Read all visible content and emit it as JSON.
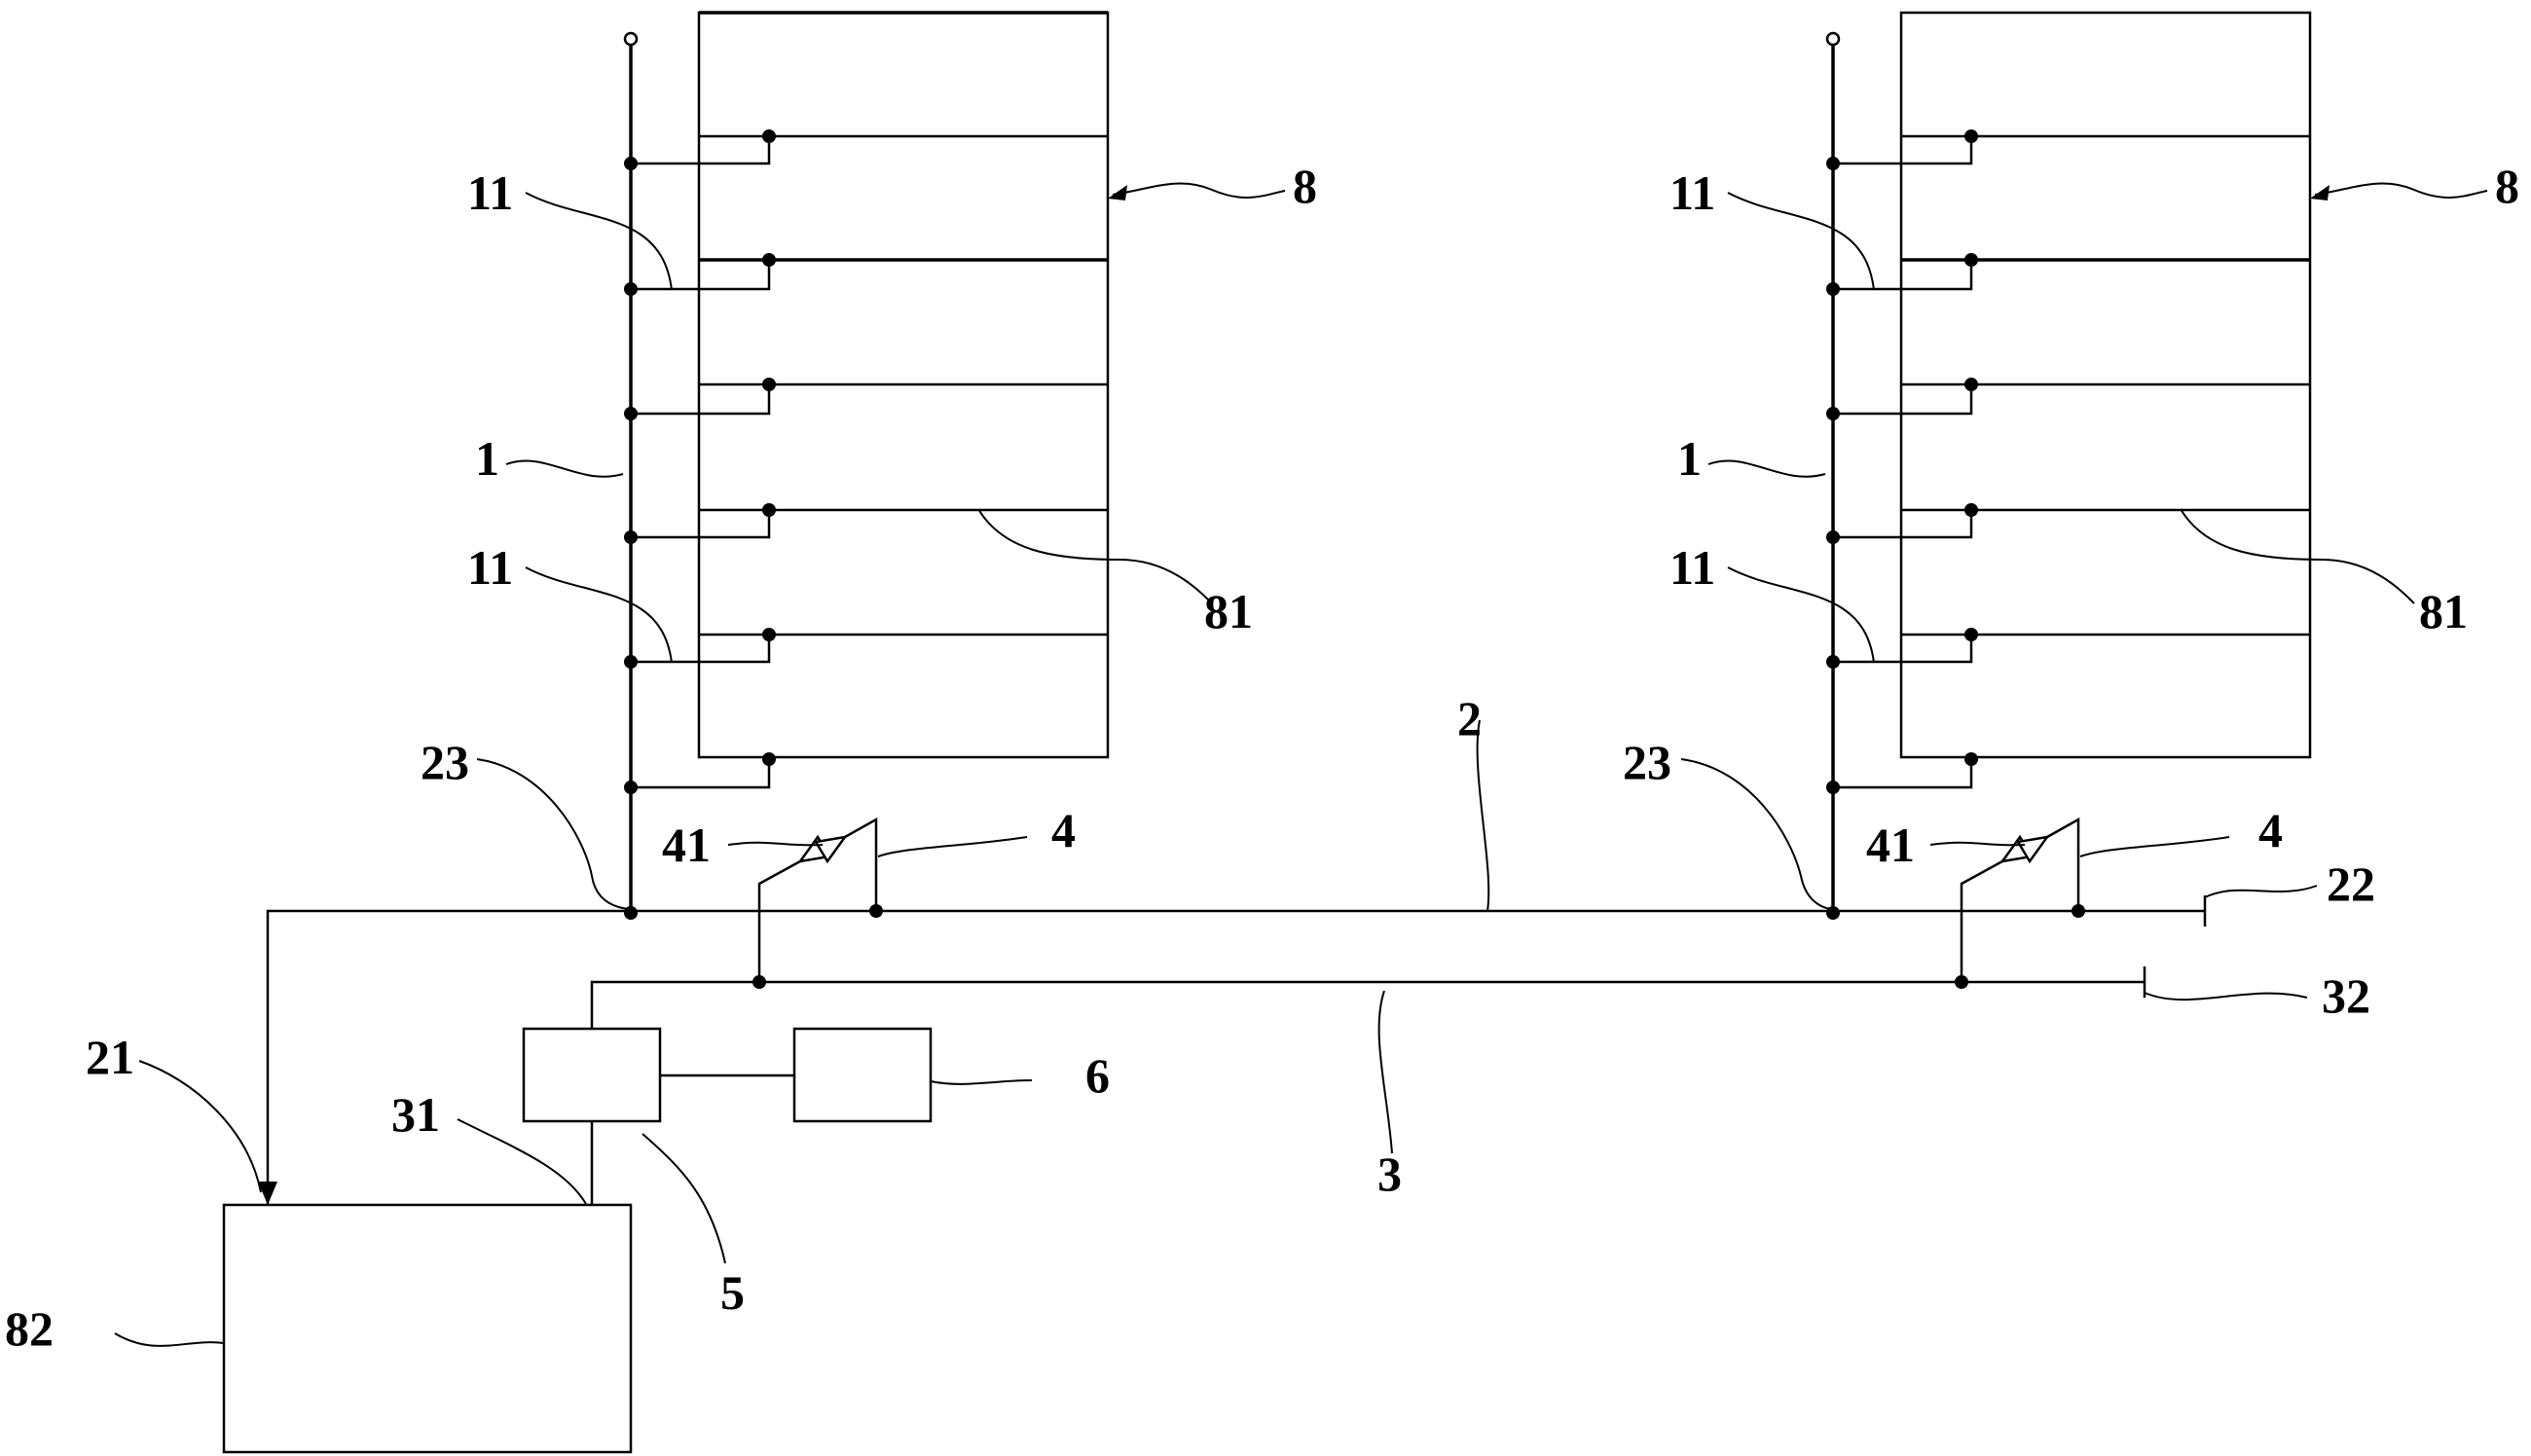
{
  "labels": {
    "riser": "1",
    "branch": "11",
    "main_supply_pipe": "2",
    "supply_inlet": "21",
    "supply_end": "22",
    "junction": "23",
    "return_pipe": "3",
    "return_inlet": "31",
    "return_end": "32",
    "bypass": "4",
    "valve": "41",
    "pump_unit": "5",
    "controller": "6",
    "building": "8",
    "floor": "81",
    "tank": "82"
  }
}
